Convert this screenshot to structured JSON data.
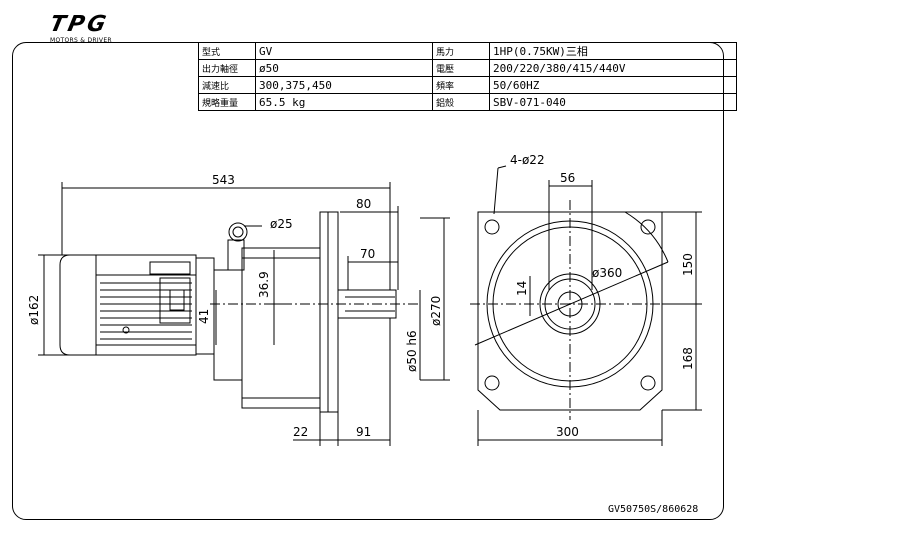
{
  "logo": {
    "mark": "TPG",
    "subtitle": "MOTORS & DRIVER"
  },
  "spec_table": {
    "rows": [
      {
        "k1": "型式",
        "v1": "GV",
        "k2": "馬力",
        "v2": "1HP(0.75KW)三相"
      },
      {
        "k1": "出力軸徑",
        "v1": "ø50",
        "k2": "電壓",
        "v2": "200/220/380/415/440V"
      },
      {
        "k1": "減速比",
        "v1": "300,375,450",
        "k2": "頻率",
        "v2": "50/60HZ"
      },
      {
        "k1": "規略重量",
        "v1": "65.5 kg",
        "k2": "鋁殼",
        "v2": "SBV-071-040"
      }
    ]
  },
  "dimensions": {
    "overall_length": "543",
    "eyebolt_dia": "ø25",
    "flange_to_end": "80",
    "shaft_length": "70",
    "motor_dia": "ø162",
    "height_369": "36.9",
    "height_41": "41",
    "flange_dia": "ø270",
    "shaft_dia": "ø50 h6",
    "dim_22": "22",
    "dim_91": "91",
    "bolt_holes": "4-ø22",
    "key_width": "56",
    "key_height": "14",
    "pcd": "ø360",
    "upper_height": "150",
    "lower_height": "168",
    "flange_width": "300"
  },
  "footer": {
    "drawing_no": "GV50750S/860628"
  }
}
